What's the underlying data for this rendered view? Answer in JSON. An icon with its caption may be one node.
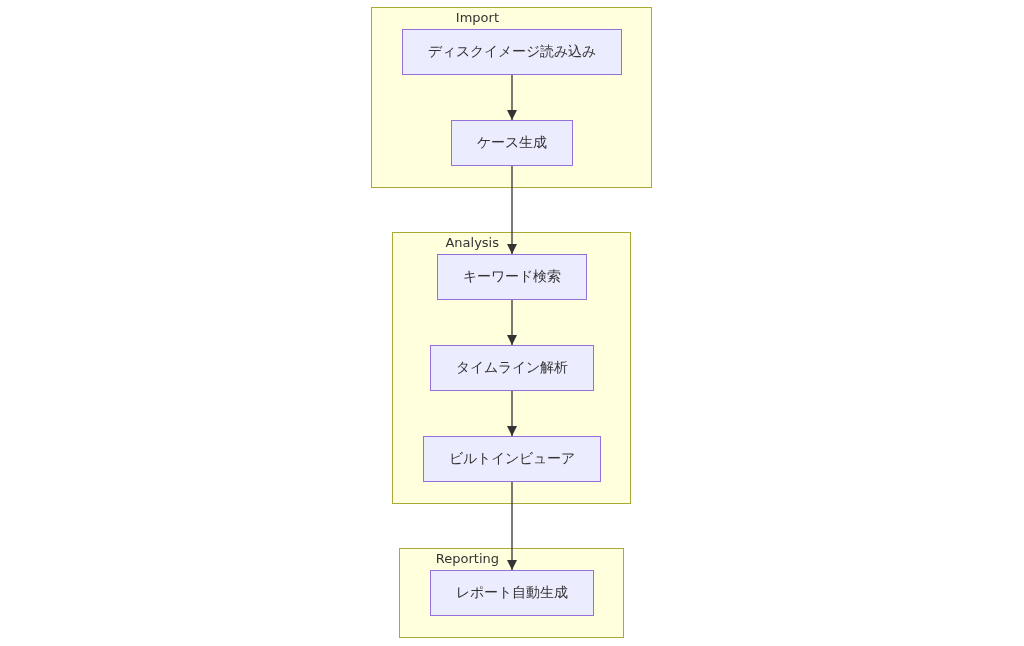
{
  "diagram": {
    "nodes": [
      {
        "text": [
          "Import"
        ]
      },
      {
        "text": [
          "ディスクイメージ読み込み"
        ],
        "in": 0
      },
      {
        "text": [
          "ケース生成"
        ],
        "in": 0
      },
      {
        "text": [
          "Analysis"
        ]
      },
      {
        "text": [
          "キーワード検索"
        ],
        "in": 3
      },
      {
        "text": [
          "タイムライン解析"
        ],
        "in": 3
      },
      {
        "text": [
          "ビルトインビューア"
        ],
        "in": 3
      },
      {
        "text": [
          "Reporting"
        ]
      },
      {
        "text": [
          "レポート自動生成"
        ],
        "in": 7
      }
    ],
    "edges": [
      {
        "from": 1,
        "to": 2,
        "arrow": "to"
      },
      {
        "from": 2,
        "to": 4,
        "arrow": "to"
      },
      {
        "from": 4,
        "to": 5,
        "arrow": "to"
      },
      {
        "from": 5,
        "to": 6,
        "arrow": "to"
      },
      {
        "from": 6,
        "to": 8,
        "arrow": "to"
      }
    ]
  }
}
